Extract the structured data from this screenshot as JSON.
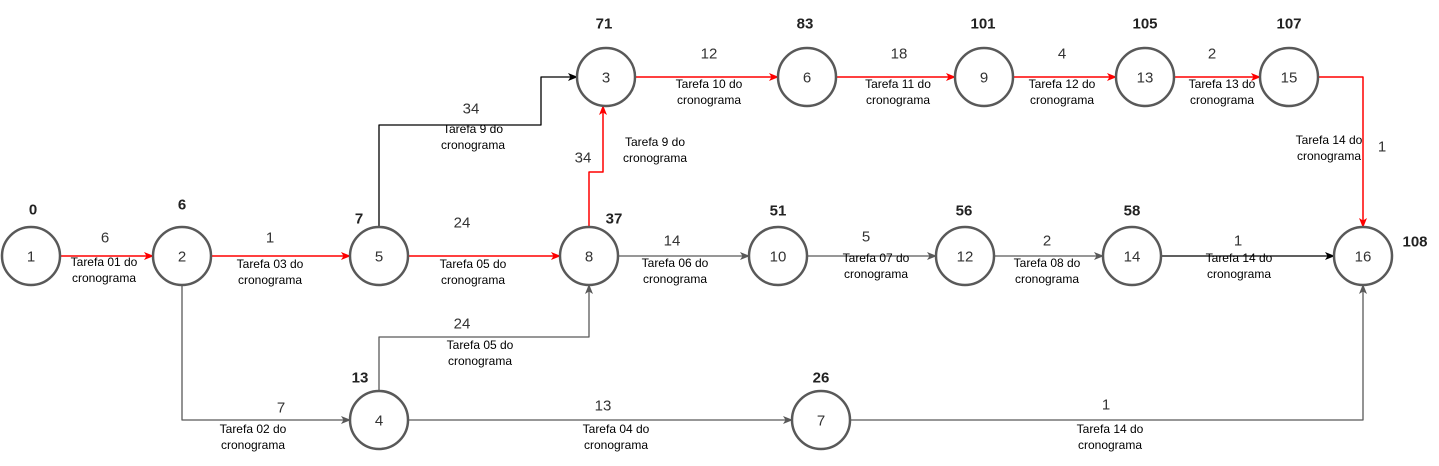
{
  "colors": {
    "critical": "#ff0000",
    "normal": "#595959",
    "dark": "#000000"
  },
  "nodes": [
    {
      "id": "1",
      "early": "0"
    },
    {
      "id": "2",
      "early": "6"
    },
    {
      "id": "5",
      "early": "7"
    },
    {
      "id": "4",
      "early": "13"
    },
    {
      "id": "8",
      "early": "37"
    },
    {
      "id": "3",
      "early": "71"
    },
    {
      "id": "6",
      "early": "83"
    },
    {
      "id": "9",
      "early": "101"
    },
    {
      "id": "13",
      "early": "105"
    },
    {
      "id": "15",
      "early": "107"
    },
    {
      "id": "10",
      "early": "51"
    },
    {
      "id": "12",
      "early": "56"
    },
    {
      "id": "14",
      "early": "58"
    },
    {
      "id": "16",
      "early": "108"
    },
    {
      "id": "7",
      "early": "26"
    }
  ],
  "edges": [
    {
      "from": "1",
      "to": "2",
      "duration": "6",
      "task": [
        "Tarefa 01 do",
        "cronograma"
      ],
      "critical": true
    },
    {
      "from": "2",
      "to": "5",
      "duration": "1",
      "task": [
        "Tarefa 03 do",
        "cronograma"
      ],
      "critical": true
    },
    {
      "from": "5",
      "to": "8",
      "duration": "24",
      "task": [
        "Tarefa 05 do",
        "cronograma"
      ],
      "critical": true
    },
    {
      "from": "5",
      "to": "3",
      "duration": "34",
      "task": [
        "Tarefa 9 do",
        "cronograma"
      ],
      "critical": false
    },
    {
      "from": "8",
      "to": "3",
      "duration": "34",
      "task": [
        "Tarefa 9 do",
        "cronograma"
      ],
      "critical": true
    },
    {
      "from": "3",
      "to": "6",
      "duration": "12",
      "task": [
        "Tarefa 10 do",
        "cronograma"
      ],
      "critical": true
    },
    {
      "from": "6",
      "to": "9",
      "duration": "18",
      "task": [
        "Tarefa 11 do",
        "cronograma"
      ],
      "critical": true
    },
    {
      "from": "9",
      "to": "13",
      "duration": "4",
      "task": [
        "Tarefa 12 do",
        "cronograma"
      ],
      "critical": true
    },
    {
      "from": "13",
      "to": "15",
      "duration": "2",
      "task": [
        "Tarefa 13 do",
        "cronograma"
      ],
      "critical": true
    },
    {
      "from": "15",
      "to": "16",
      "duration": "1",
      "task": [
        "Tarefa 14 do",
        "cronograma"
      ],
      "critical": true
    },
    {
      "from": "8",
      "to": "10",
      "duration": "14",
      "task": [
        "Tarefa 06 do",
        "cronograma"
      ],
      "critical": false
    },
    {
      "from": "10",
      "to": "12",
      "duration": "5",
      "task": [
        "Tarefa 07 do",
        "cronograma"
      ],
      "critical": false
    },
    {
      "from": "12",
      "to": "14",
      "duration": "2",
      "task": [
        "Tarefa 08 do",
        "cronograma"
      ],
      "critical": false
    },
    {
      "from": "14",
      "to": "16",
      "duration": "1",
      "task": [
        "Tarefa 14 do",
        "cronograma"
      ],
      "critical": false
    },
    {
      "from": "2",
      "to": "4",
      "duration": "7",
      "task": [
        "Tarefa 02 do",
        "cronograma"
      ],
      "critical": false
    },
    {
      "from": "4",
      "to": "8",
      "duration": "24",
      "task": [
        "Tarefa 05 do",
        "cronograma"
      ],
      "critical": false
    },
    {
      "from": "4",
      "to": "7",
      "duration": "13",
      "task": [
        "Tarefa 04 do",
        "cronograma"
      ],
      "critical": false
    },
    {
      "from": "7",
      "to": "16",
      "duration": "1",
      "task": [
        "Tarefa 14 do",
        "cronograma"
      ],
      "critical": false
    }
  ]
}
